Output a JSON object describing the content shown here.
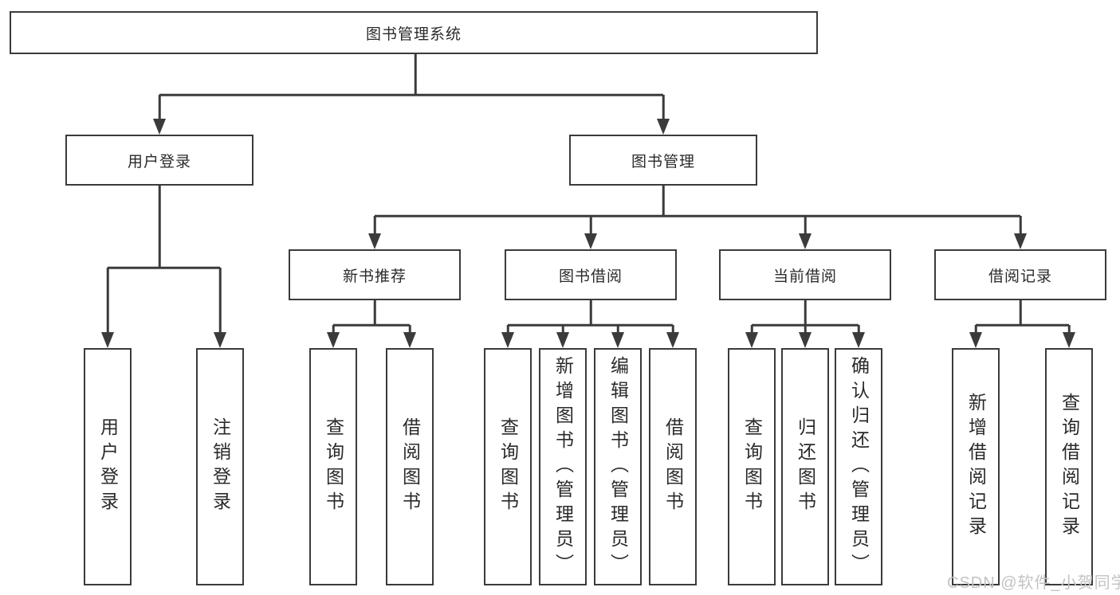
{
  "diagram": {
    "root": {
      "label": "图书管理系统"
    },
    "level2": [
      {
        "label": "用户登录",
        "children": [
          {
            "label": "用户登录"
          },
          {
            "label": "注销登录"
          }
        ]
      },
      {
        "label": "图书管理",
        "children": [
          {
            "label": "新书推荐",
            "children": [
              {
                "label": "查询图书"
              },
              {
                "label": "借阅图书"
              }
            ]
          },
          {
            "label": "图书借阅",
            "children": [
              {
                "label": "查询图书"
              },
              {
                "label": "新增图书（管理员）"
              },
              {
                "label": "编辑图书（管理员）"
              },
              {
                "label": "借阅图书"
              }
            ]
          },
          {
            "label": "当前借阅",
            "children": [
              {
                "label": "查询图书"
              },
              {
                "label": "归还图书"
              },
              {
                "label": "确认归还（管理员）"
              }
            ]
          },
          {
            "label": "借阅记录",
            "children": [
              {
                "label": "新增借阅记录"
              },
              {
                "label": "查询借阅记录"
              }
            ]
          }
        ]
      }
    ]
  },
  "watermark": {
    "text": "CSDN @软件_小贺同学"
  },
  "colors": {
    "line": "#3b3b3b",
    "text": "#2a2a2a",
    "watermark": "#c3c3c3",
    "background": "#ffffff"
  }
}
